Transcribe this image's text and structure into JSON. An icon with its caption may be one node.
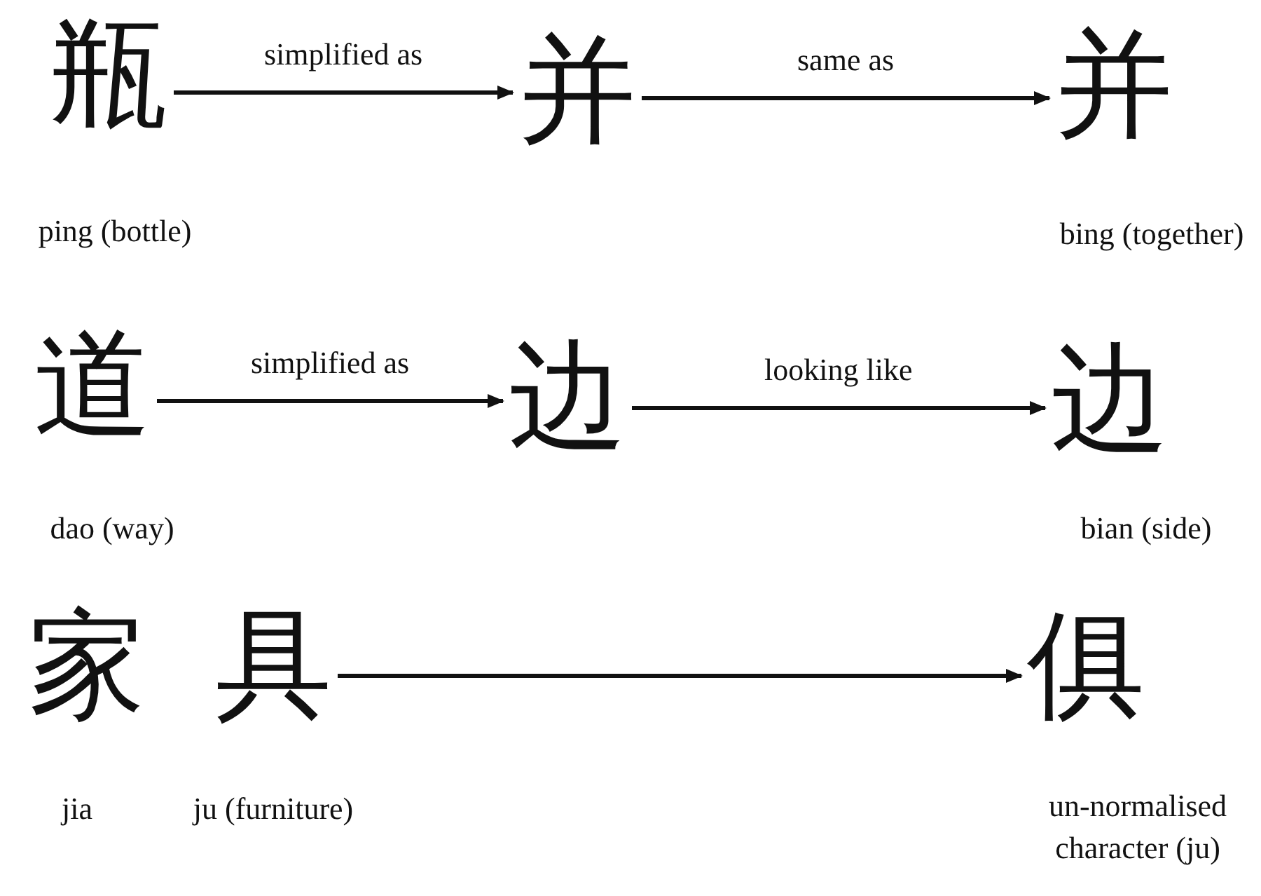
{
  "diagram": {
    "nodes": [
      {
        "text": [
          "瓶"
        ],
        "beside": [
          "ping (bottle)"
        ]
      },
      {
        "text": [
          "并"
        ]
      },
      {
        "text": [
          "并"
        ],
        "beside": [
          "bing (together)"
        ]
      },
      {
        "text": [
          "道"
        ],
        "beside": [
          "dao (way)"
        ]
      },
      {
        "text": [
          "边"
        ]
      },
      {
        "text": [
          "边"
        ],
        "beside": [
          "bian (side)"
        ]
      },
      {
        "text": [
          "家"
        ],
        "beside": [
          "jia"
        ]
      },
      {
        "text": [
          "具"
        ],
        "beside": [
          "ju (furniture)"
        ]
      },
      {
        "text": [
          "俱"
        ],
        "beside": [
          "un-normalised character (ju)"
        ]
      }
    ],
    "edges": [
      {
        "from": 0,
        "to": 1,
        "arrow": "to",
        "label": "simplified as"
      },
      {
        "from": 1,
        "to": 2,
        "arrow": "to",
        "label": "same as"
      },
      {
        "from": 3,
        "to": 4,
        "arrow": "to",
        "label": "simplified as"
      },
      {
        "from": 4,
        "to": 5,
        "arrow": "to",
        "label": "looking like"
      },
      {
        "from": 7,
        "to": 8,
        "arrow": "to"
      }
    ]
  }
}
